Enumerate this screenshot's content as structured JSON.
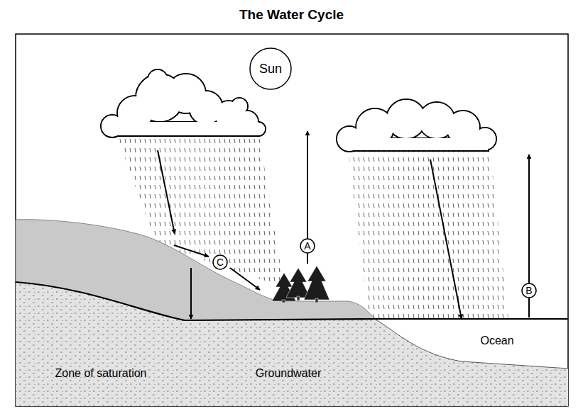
{
  "diagram": {
    "title": "The Water Cycle",
    "nodes": [
      {
        "text": [
          "Sun"
        ]
      },
      {
        "text": [
          "A"
        ]
      },
      {
        "text": [
          "C"
        ]
      },
      {
        "text": [
          "B"
        ]
      }
    ],
    "labels": [
      "Ocean",
      "Zone of saturation",
      "Groundwater"
    ]
  }
}
